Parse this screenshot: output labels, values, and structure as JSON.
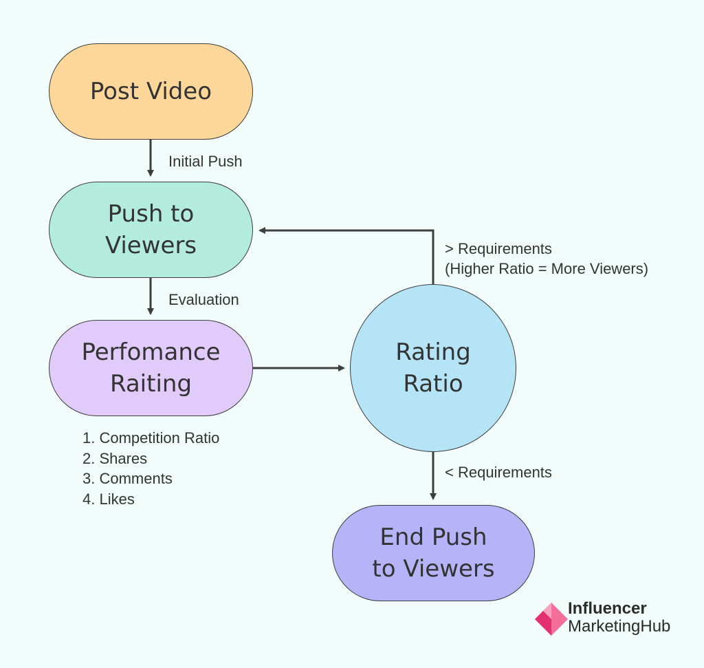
{
  "nodes": {
    "post_video": {
      "label": "Post Video",
      "color": "#fdd699"
    },
    "push_to_viewers": {
      "label": "Push to\nViewers",
      "color": "#b3ecdd"
    },
    "performance_rating": {
      "label": "Perfomance\nRaiting",
      "color": "#e1cbfb"
    },
    "rating_ratio": {
      "label": "Rating\nRatio",
      "color": "#b5e4f6"
    },
    "end_push": {
      "label": "End Push\nto Viewers",
      "color": "#b6b3f8"
    }
  },
  "edges": {
    "initial_push": "Initial Push",
    "evaluation": "Evaluation",
    "above_requirements_1": "> Requirements",
    "above_requirements_2": "(Higher Ratio = More Viewers)",
    "below_requirements": "< Requirements"
  },
  "criteria": [
    "1.  Competition Ratio",
    "2.  Shares",
    "3.  Comments",
    "4.  Likes"
  ],
  "brand": {
    "line1": "Influencer",
    "line2": "MarketingHub",
    "colors": {
      "primary": "#e5306f",
      "secondary": "#f36f97"
    }
  },
  "colors": {
    "background": "#f1fcfb",
    "stroke": "#3d3d3d",
    "text": "#333333"
  }
}
